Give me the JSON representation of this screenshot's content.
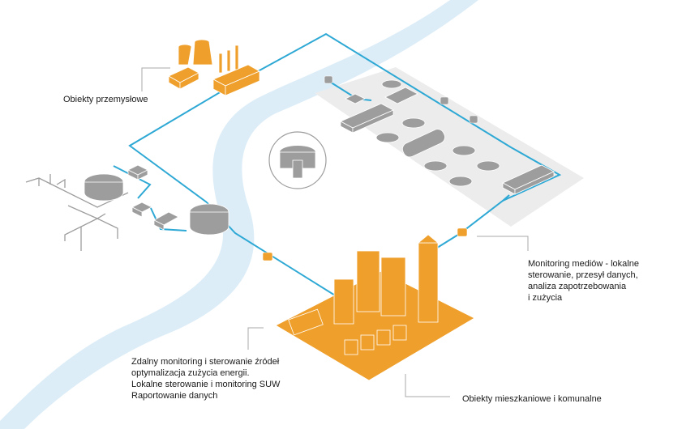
{
  "colors": {
    "river": "#dcedf8",
    "pipeline": "#2ea8d4",
    "industrial": "#ef9f2b",
    "utility_gray": "#9d9d9d",
    "plant_area": "#ececec",
    "leader_line": "#a8a8a8",
    "text": "#1a1a1a"
  },
  "labels": {
    "industrial": "Obiekty przemysłowe",
    "monitoring": "Monitoring mediów - lokalne\nsterowanie, przesył danych,\nanaliza zapotrzebowania\ni zużycia",
    "remote": "Zdalny monitoring i sterowanie źródeł\noptymalizacja zużycia energii.\nLokalne sterowanie i monitoring SUW\nRaportowanie danych",
    "residential": "Obiekty mieszkaniowe i komunalne"
  },
  "icons": {
    "industrial_group": "power-plant-icon",
    "wastewater_plant": "treatment-plant-icon",
    "water_station": "water-station-icon",
    "central_facility": "control-center-icon",
    "city": "city-district-icon",
    "sensor": "telemetry-module-icon"
  }
}
